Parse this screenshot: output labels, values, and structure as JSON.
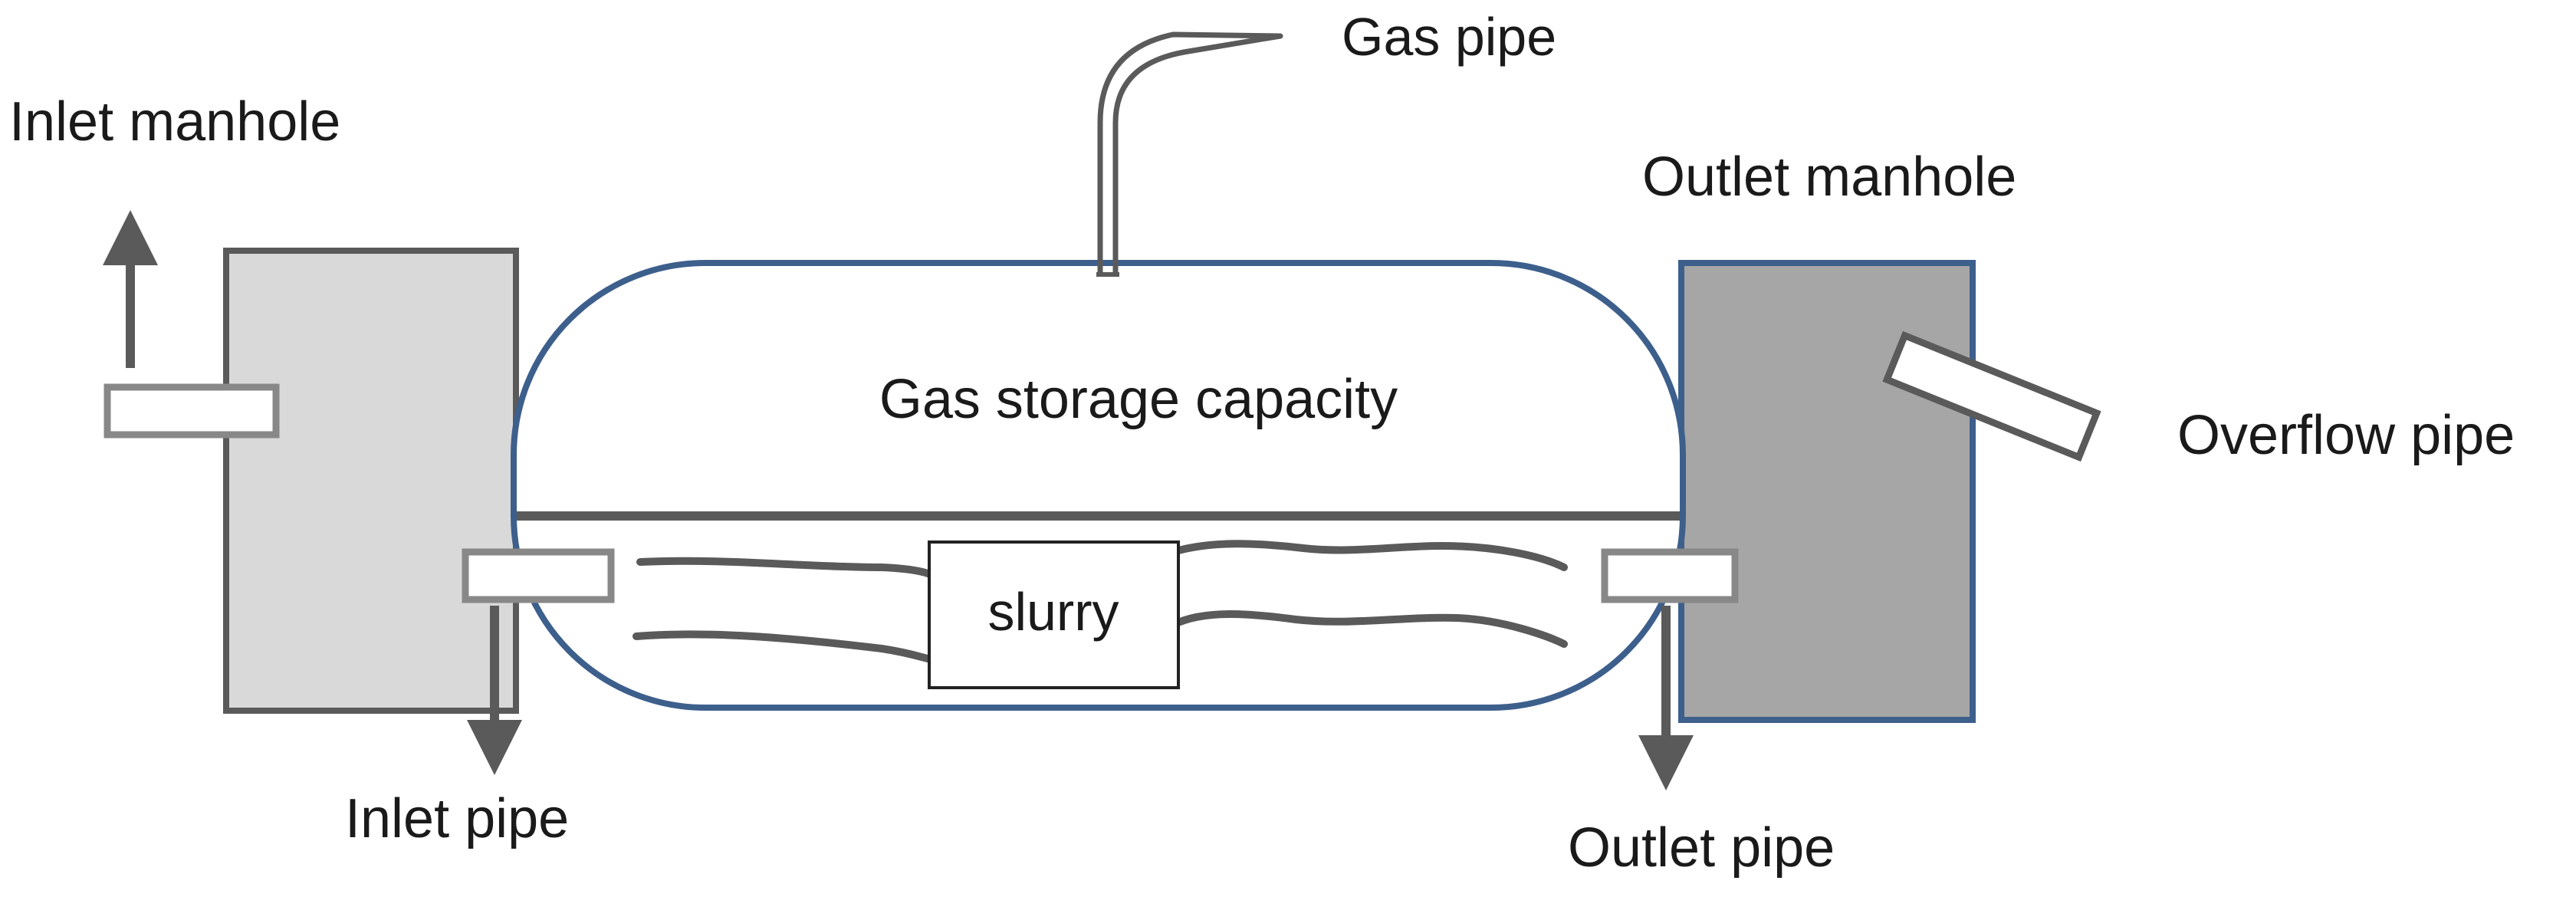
{
  "labels": {
    "gas_pipe": "Gas pipe",
    "inlet_manhole": "Inlet manhole",
    "outlet_manhole": "Outlet manhole",
    "gas_storage": "Gas storage capacity",
    "overflow_pipe": "Overflow pipe",
    "slurry": "slurry",
    "inlet_pipe": "Inlet pipe",
    "outlet_pipe": "Outlet pipe"
  },
  "colors": {
    "tank_outline": "#3d5f8c",
    "dark_gray": "#5a5a5a",
    "inlet_fill": "#d9d9d9",
    "outlet_fill": "#a6a6a6",
    "outlet_border": "#3d5f8c"
  }
}
